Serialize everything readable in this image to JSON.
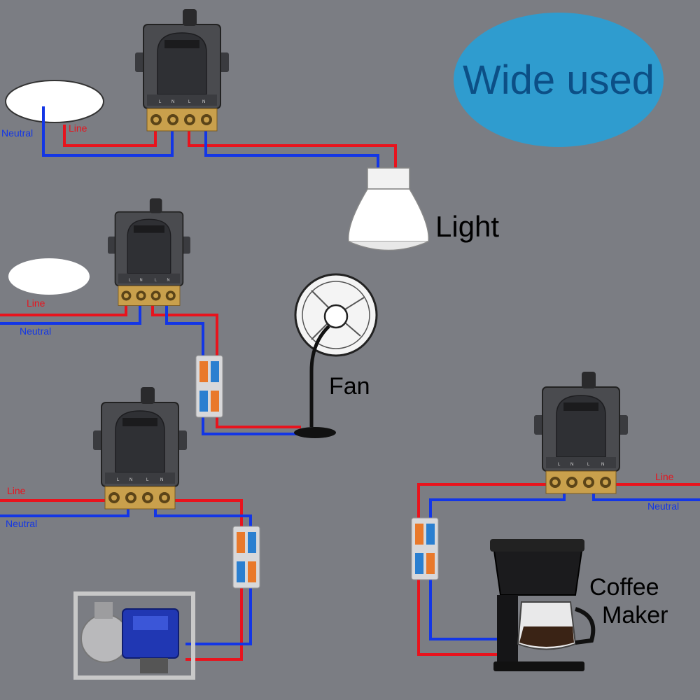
{
  "badge": {
    "text": "Wide used"
  },
  "labels": {
    "line": "Line",
    "neutral": "Neutral"
  },
  "devices": {
    "light": "Light",
    "fan": "Fan",
    "coffee_line1": "Coffee",
    "coffee_line2": "Maker"
  },
  "colors": {
    "background": "#7b7d83",
    "line_wire": "#e8131d",
    "neutral_wire": "#1336e6",
    "badge": "#2f9ccf",
    "badge_text": "#0c4f86"
  }
}
